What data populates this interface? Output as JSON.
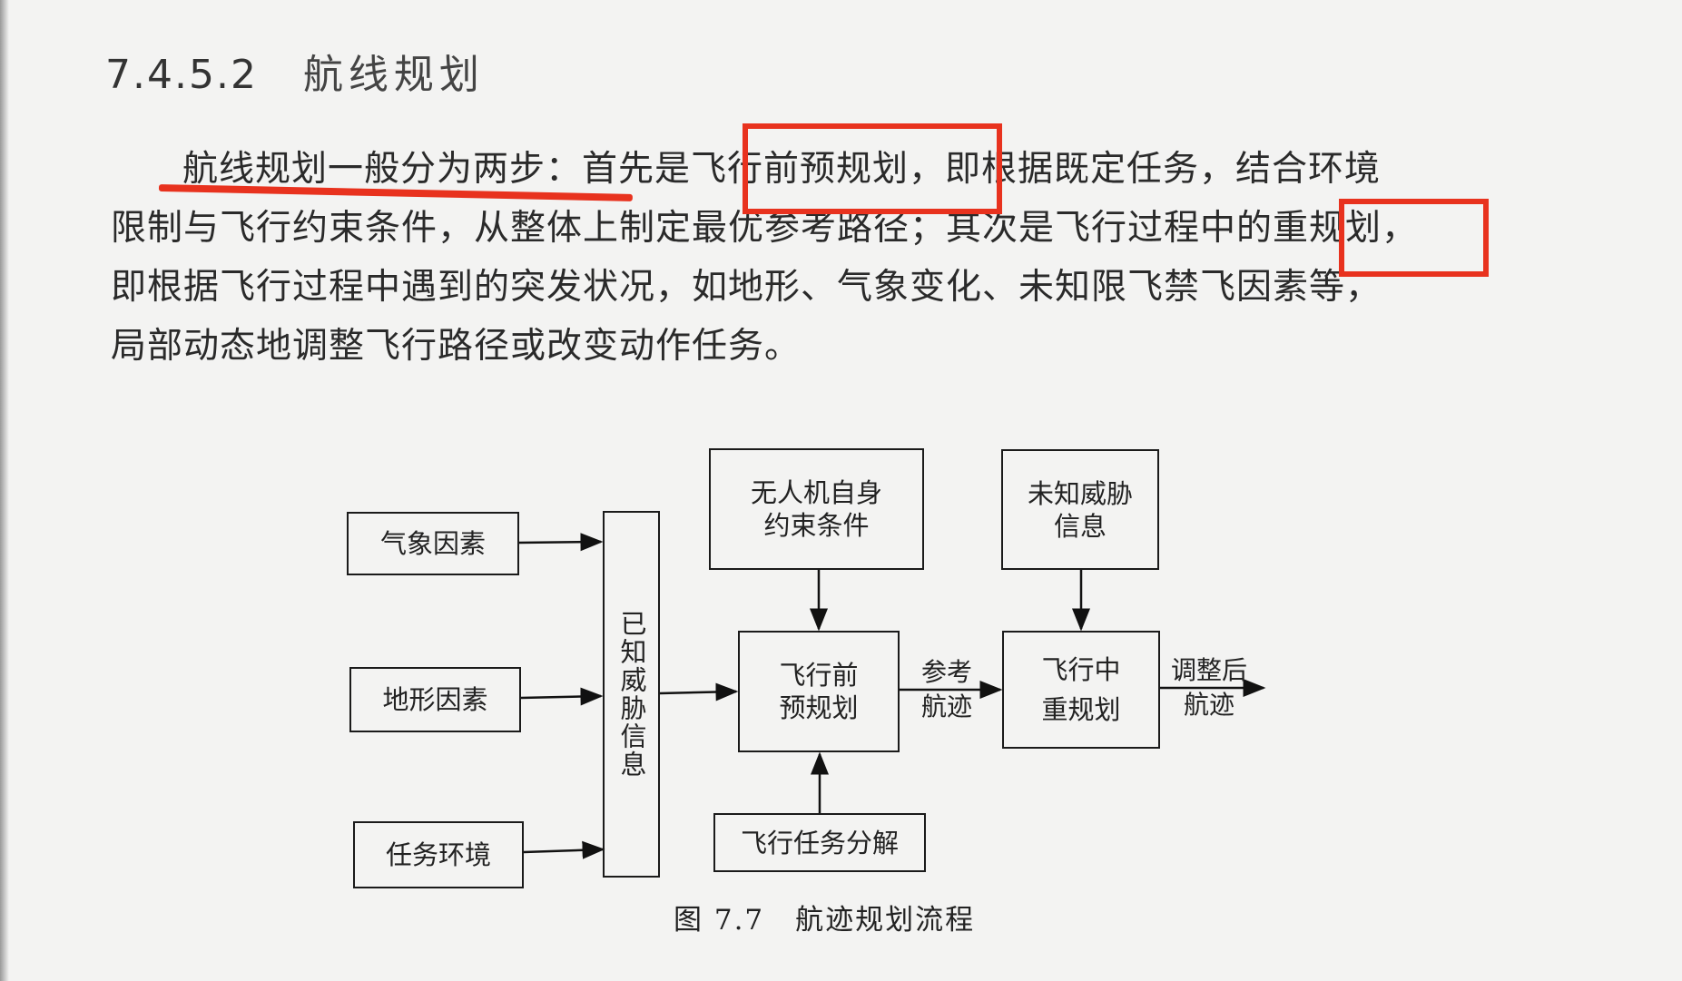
{
  "section": {
    "number": "7.4.5.2",
    "title": "航线规划"
  },
  "paragraph": {
    "line1_a": "航线规划一般分为两步：",
    "line1_b": "首先是",
    "line1_c": "飞行前预规划",
    "line1_d": "，即根据既定任务，结合环境",
    "line2_a": "限制与飞行约束条件，从整体上制定最优参考路径；其次是飞行过程中的",
    "line2_b": "重规划",
    "line2_c": "，",
    "line3": "即根据飞行过程中遇到的突发状况，如地形、气象变化、未知限飞禁飞因素等，",
    "line4": "局部动态地调整飞行路径或改变动作任务。"
  },
  "annotation_color": "#e8321e",
  "diagram": {
    "weather": "气象因素",
    "terrain": "地形因素",
    "mission_env": "任务环境",
    "known_threat": "已知威胁信息",
    "uav_constraints_1": "无人机自身",
    "uav_constraints_2": "约束条件",
    "unknown_threat_1": "未知威胁",
    "unknown_threat_2": "信息",
    "preflight_1": "飞行前",
    "preflight_2": "预规划",
    "inflight_1": "飞行中",
    "inflight_2": "重规划",
    "task_decomp": "飞行任务分解",
    "ref_track_1": "参考",
    "ref_track_2": "航迹",
    "adjusted_1": "调整后",
    "adjusted_2": "航迹"
  },
  "caption": {
    "figure": "图 7.7",
    "title": "航迹规划流程"
  }
}
